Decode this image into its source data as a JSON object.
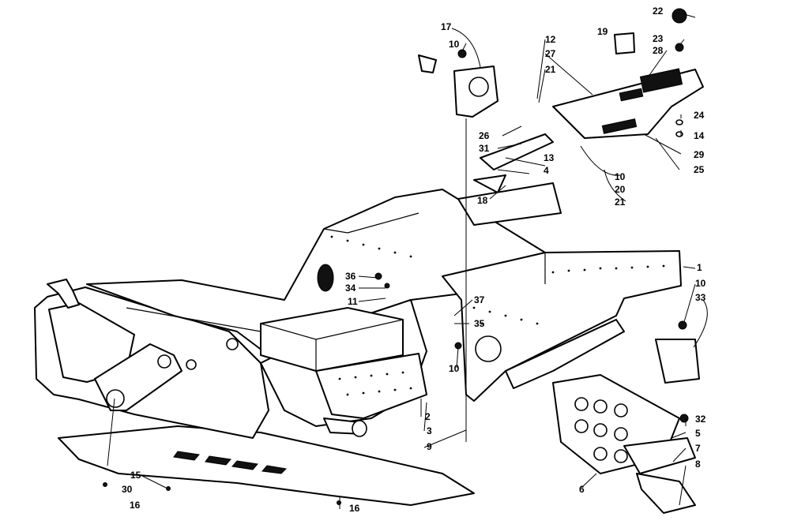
{
  "callouts": [
    {
      "id": "c1",
      "text": "1"
    },
    {
      "id": "c2",
      "text": "2"
    },
    {
      "id": "c3",
      "text": "3"
    },
    {
      "id": "c4",
      "text": "4"
    },
    {
      "id": "c5",
      "text": "5"
    },
    {
      "id": "c6",
      "text": "6"
    },
    {
      "id": "c7",
      "text": "7"
    },
    {
      "id": "c8",
      "text": "8"
    },
    {
      "id": "c9",
      "text": "9"
    },
    {
      "id": "c10a",
      "text": "10"
    },
    {
      "id": "c10b",
      "text": "10"
    },
    {
      "id": "c10c",
      "text": "10"
    },
    {
      "id": "c10d",
      "text": "10"
    },
    {
      "id": "c11",
      "text": "11"
    },
    {
      "id": "c12",
      "text": "12"
    },
    {
      "id": "c13",
      "text": "13"
    },
    {
      "id": "c14",
      "text": "14"
    },
    {
      "id": "c15",
      "text": "15"
    },
    {
      "id": "c16a",
      "text": "16"
    },
    {
      "id": "c16b",
      "text": "16"
    },
    {
      "id": "c17",
      "text": "17"
    },
    {
      "id": "c18",
      "text": "18"
    },
    {
      "id": "c19",
      "text": "19"
    },
    {
      "id": "c20",
      "text": "20"
    },
    {
      "id": "c21a",
      "text": "21"
    },
    {
      "id": "c21b",
      "text": "21"
    },
    {
      "id": "c22",
      "text": "22"
    },
    {
      "id": "c23",
      "text": "23"
    },
    {
      "id": "c24",
      "text": "24"
    },
    {
      "id": "c25",
      "text": "25"
    },
    {
      "id": "c26",
      "text": "26"
    },
    {
      "id": "c27",
      "text": "27"
    },
    {
      "id": "c28",
      "text": "28"
    },
    {
      "id": "c29",
      "text": "29"
    },
    {
      "id": "c30",
      "text": "30"
    },
    {
      "id": "c31",
      "text": "31"
    },
    {
      "id": "c32",
      "text": "32"
    },
    {
      "id": "c33",
      "text": "33"
    },
    {
      "id": "c34",
      "text": "34"
    },
    {
      "id": "c35",
      "text": "35"
    },
    {
      "id": "c36",
      "text": "36"
    },
    {
      "id": "c37",
      "text": "37"
    }
  ]
}
